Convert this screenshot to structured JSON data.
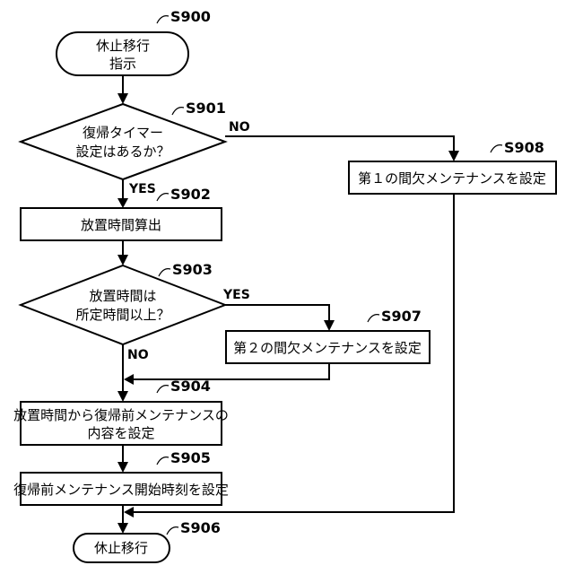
{
  "steps": {
    "s900": {
      "label": "S900",
      "text": [
        "休止移行",
        "指示"
      ]
    },
    "s901": {
      "label": "S901",
      "text": [
        "復帰タイマー",
        "設定はあるか？"
      ]
    },
    "s902": {
      "label": "S902",
      "text": [
        "放置時間算出"
      ]
    },
    "s903": {
      "label": "S903",
      "text": [
        "放置時間は",
        "所定時間以上？"
      ]
    },
    "s904": {
      "label": "S904",
      "text": [
        "放置時間から復帰前メンテナンスの",
        "内容を設定"
      ]
    },
    "s905": {
      "label": "S905",
      "text": [
        "復帰前メンテナンス開始時刻を設定"
      ]
    },
    "s906": {
      "label": "S906",
      "text": [
        "休止移行"
      ]
    },
    "s907": {
      "label": "S907",
      "text": [
        "第２の間欠メンテナンスを設定"
      ]
    },
    "s908": {
      "label": "S908",
      "text": [
        "第１の間欠メンテナンスを設定"
      ]
    }
  },
  "branches": {
    "s901_no": "NO",
    "s901_yes": "YES",
    "s903_yes": "YES",
    "s903_no": "NO"
  }
}
